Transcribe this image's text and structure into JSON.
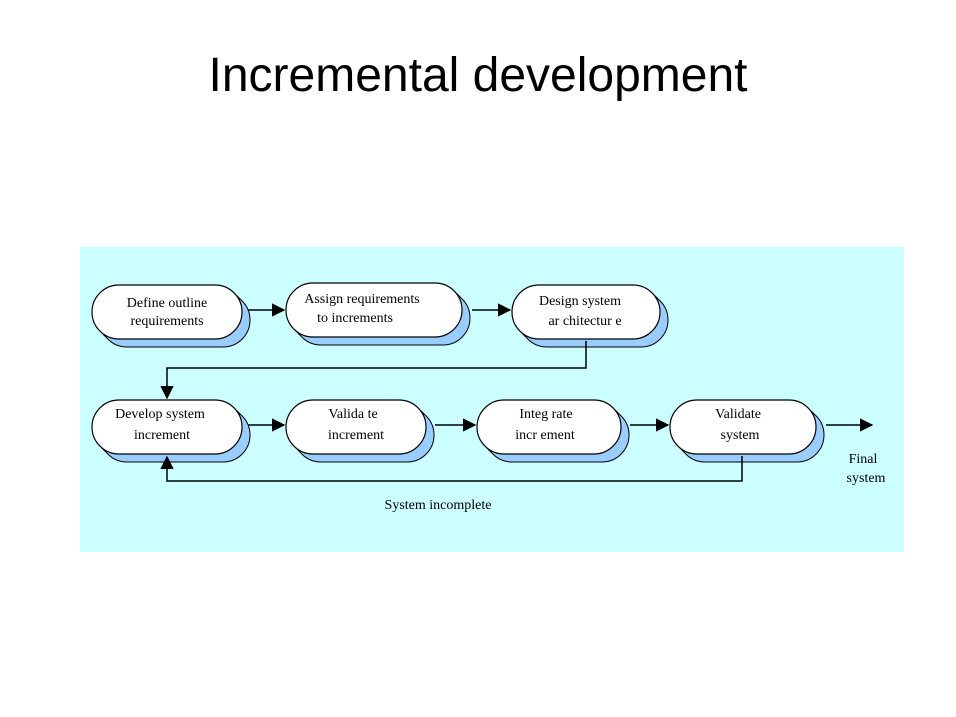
{
  "title": "Incremental development",
  "colors": {
    "panel_background": "#ccffff",
    "node_fill": "#ffffff",
    "node_shadow": "#99ccff",
    "stroke": "#000000"
  },
  "diagram": {
    "nodes": [
      {
        "id": "define-outline-requirements",
        "line1": "Define outline",
        "line2": "requirements"
      },
      {
        "id": "assign-requirements",
        "line1": "Assign requirements",
        "line2": "to increments"
      },
      {
        "id": "design-system-architecture",
        "line1": "Design system",
        "line2": "ar chitectur e"
      },
      {
        "id": "develop-system-increment",
        "line1": "Develop system",
        "line2": "increment"
      },
      {
        "id": "validate-increment",
        "line1": "Valida te",
        "line2": "increment"
      },
      {
        "id": "integrate-increment",
        "line1": "Integ rate",
        "line2": "incr ement"
      },
      {
        "id": "validate-system",
        "line1": "Validate",
        "line2": "system"
      }
    ],
    "labels": {
      "final_line1": "Final",
      "final_line2": "system",
      "loop": "System incomplete"
    }
  }
}
